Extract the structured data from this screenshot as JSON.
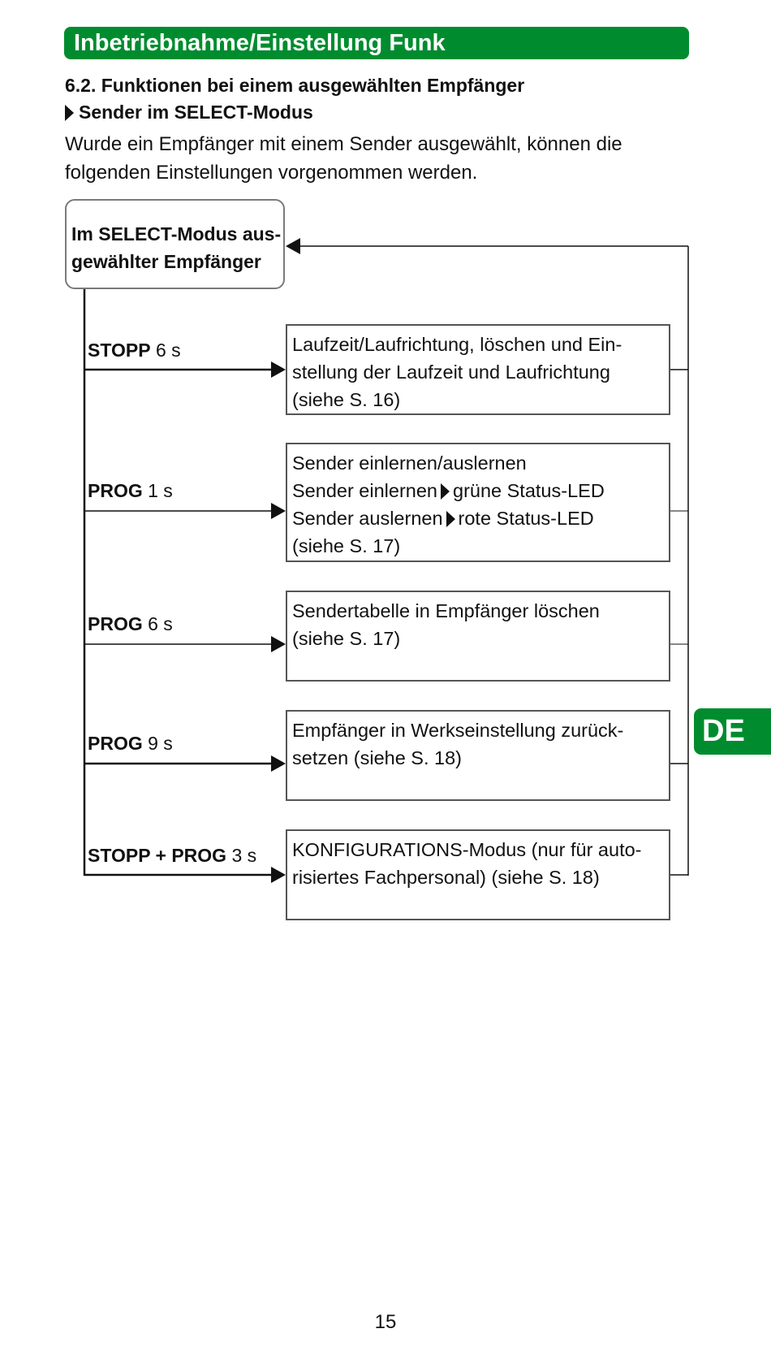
{
  "header": {
    "title": "Inbetriebnahme/Einstellung Funk"
  },
  "section": {
    "title": "6.2. Funktionen bei einem ausgewählten Empfänger",
    "subtitle": "Sender im SELECT-Modus",
    "intro_lines": [
      "Wurde ein Empfänger mit einem Sender ausgewählt, können die",
      "folgenden Einstellungen vorgenommen werden."
    ]
  },
  "diagram": {
    "start_lines": [
      "Im SELECT-Modus aus-",
      "gewählter Empfänger"
    ],
    "branches": [
      {
        "key": "STOPP",
        "duration": "6 s",
        "lines": [
          "Laufzeit/Laufrichtung, löschen und Ein-",
          "stellung der Laufzeit und Laufrichtung",
          "(siehe S. 16)"
        ]
      },
      {
        "key": "PROG",
        "duration": "1 s",
        "lines": [
          "Sender einlernen/auslernen"
        ],
        "sub": [
          {
            "left": "Sender einlernen",
            "right": "grüne Status-LED"
          },
          {
            "left": "Sender auslernen",
            "right": "rote Status-LED"
          }
        ],
        "ref": "(siehe S. 17)"
      },
      {
        "key": "PROG",
        "duration": "6 s",
        "lines": [
          "Sendertabelle in Empfänger löschen",
          "(siehe S. 17)"
        ]
      },
      {
        "key": "PROG",
        "duration": "9 s",
        "lines": [
          "Empfänger in Werkseinstellung zurück-",
          "setzen (siehe S. 18)"
        ]
      },
      {
        "key": "STOPP + PROG",
        "duration": "3 s",
        "lines": [
          "KONFIGURATIONS-Modus (nur für auto-",
          "risiertes Fachpersonal) (siehe S. 18)"
        ]
      }
    ]
  },
  "side_tab": {
    "label": "DE"
  },
  "page_number": "15",
  "colors": {
    "accent_green": "#008c2e",
    "line": "#111111",
    "box_border": "#555555"
  }
}
